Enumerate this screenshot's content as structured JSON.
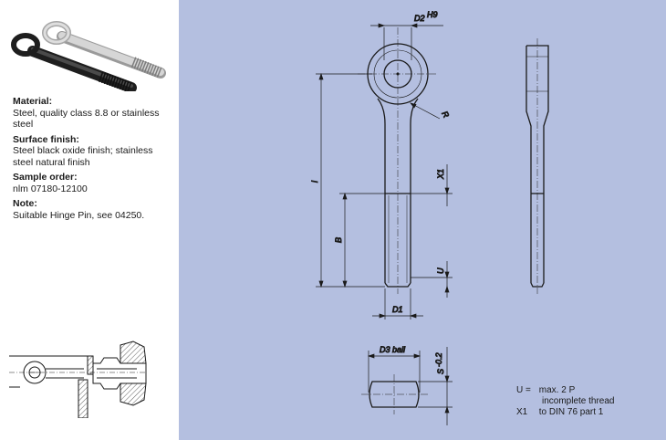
{
  "specs": {
    "material_label": "Material:",
    "material_value": "Steel, quality class 8.8 or stainless steel",
    "surface_label": "Surface finish:",
    "surface_value": "Steel black oxide finish; stainless steel natural finish",
    "sample_label": "Sample order:",
    "sample_value": "nlm 07180-12100",
    "note_label": "Note:",
    "note_value": "Suitable Hinge Pin, see 04250."
  },
  "drawing": {
    "d2": "D2",
    "d2_tol": "H9",
    "r": "R",
    "l": "l",
    "b": "B",
    "x1": "X1",
    "u": "U",
    "d1": "D1",
    "d3": "D3  ball",
    "s": "S",
    "s_tol": "-0.2"
  },
  "notes": {
    "u_key": "U =",
    "u_value": "max. 2 P",
    "u_value2": "incomplete thread",
    "x1_key": "X1",
    "x1_value": "to DIN 76 part 1"
  },
  "colors": {
    "drawing_background": "#b4bfe0",
    "black_bolt": "#2e2e2e",
    "steel_bolt": "#c8c8c8"
  }
}
